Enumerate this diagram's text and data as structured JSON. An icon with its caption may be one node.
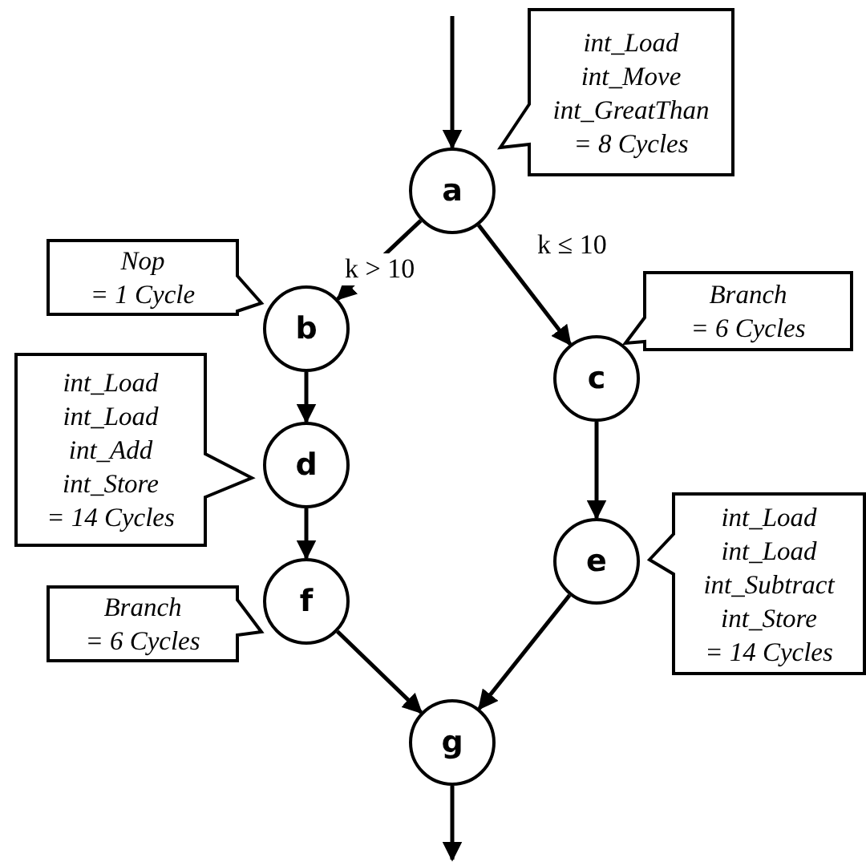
{
  "diagram": {
    "nodes": [
      {
        "text": [
          "a"
        ]
      },
      {
        "text": [
          "int_Load",
          "int_Move",
          "int_GreatThan",
          "= 8 Cycles"
        ]
      },
      {
        "text": [
          "b"
        ]
      },
      {
        "text": [
          "Nop",
          "= 1 Cycle"
        ]
      },
      {
        "text": [
          "c"
        ]
      },
      {
        "text": [
          "Branch",
          "= 6 Cycles"
        ]
      },
      {
        "text": [
          "d"
        ]
      },
      {
        "text": [
          "int_Load",
          "int_Load",
          "int_Add",
          "int_Store",
          "= 14 Cycles"
        ]
      },
      {
        "text": [
          "e"
        ]
      },
      {
        "text": [
          "int_Load",
          "int_Load",
          "int_Subtract",
          "int_Store",
          "= 14 Cycles"
        ]
      },
      {
        "text": [
          "f"
        ]
      },
      {
        "text": [
          "Branch",
          "= 6 Cycles"
        ]
      },
      {
        "text": [
          "g"
        ]
      }
    ],
    "edges": [
      {
        "from": null,
        "to": 0,
        "arrow": "to"
      },
      {
        "from": 0,
        "to": 2,
        "arrow": "to",
        "label": "k > 10"
      },
      {
        "from": 0,
        "to": 4,
        "arrow": "to",
        "label": "k ≤ 10"
      },
      {
        "from": 2,
        "to": 6,
        "arrow": "to"
      },
      {
        "from": 6,
        "to": 10,
        "arrow": "to"
      },
      {
        "from": 4,
        "to": 8,
        "arrow": "to"
      },
      {
        "from": 10,
        "to": 12,
        "arrow": "to"
      },
      {
        "from": 8,
        "to": 12,
        "arrow": "to"
      },
      {
        "from": 12,
        "to": null,
        "arrow": "to"
      }
    ]
  }
}
